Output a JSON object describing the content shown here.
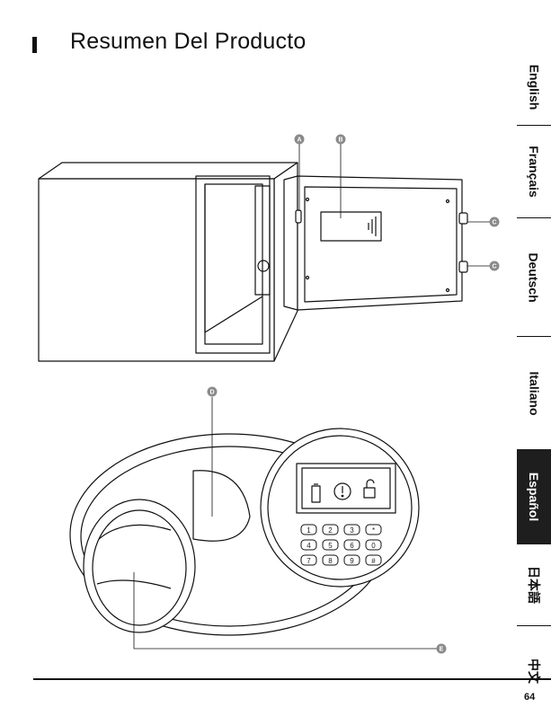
{
  "page": {
    "title": "Resumen Del Producto",
    "page_number": "64"
  },
  "languages": [
    {
      "label": "English",
      "active": false
    },
    {
      "label": "Français",
      "active": false
    },
    {
      "label": "Deutsch",
      "active": false
    },
    {
      "label": "Italiano",
      "active": false
    },
    {
      "label": "Español",
      "active": true
    },
    {
      "label": "日本語",
      "active": false
    },
    {
      "label": "中文",
      "active": false
    }
  ],
  "callouts": {
    "a": "A",
    "b": "B",
    "c": "C",
    "d": "D",
    "e": "E"
  },
  "keypad": {
    "keys": [
      "1",
      "2",
      "3",
      "*",
      "4",
      "5",
      "6",
      "0",
      "7",
      "8",
      "9",
      "#"
    ]
  },
  "colors": {
    "ink": "#111111",
    "callout_fill": "#8a8a8a",
    "active_tab": "#1e1e1e"
  }
}
